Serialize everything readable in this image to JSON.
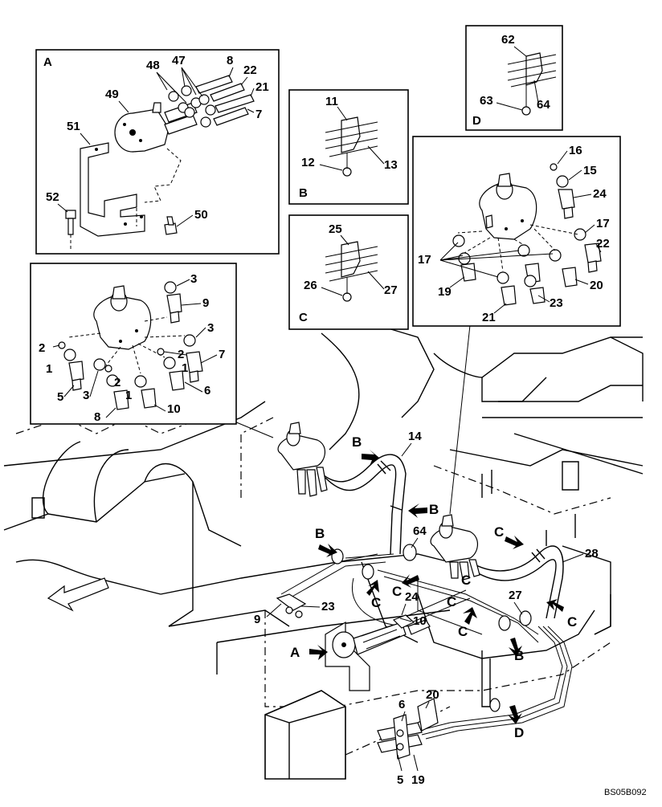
{
  "views": {
    "A": {
      "letter": "A",
      "labels": [
        "48",
        "47",
        "8",
        "22",
        "21",
        "7",
        "49",
        "51",
        "52",
        "50"
      ]
    },
    "B": {
      "letter": "B",
      "labels": [
        "11",
        "12",
        "13"
      ]
    },
    "C": {
      "letter": "C",
      "labels": [
        "25",
        "26",
        "27"
      ]
    },
    "D": {
      "letter": "D",
      "labels": [
        "62",
        "63",
        "64"
      ]
    },
    "right": {
      "labels": [
        "16",
        "15",
        "24",
        "17",
        "22",
        "17",
        "19",
        "20",
        "21",
        "23"
      ]
    },
    "left": {
      "labels": [
        "3",
        "9",
        "3",
        "2",
        "2",
        "1",
        "7",
        "1",
        "5",
        "3",
        "2",
        "1",
        "6",
        "8",
        "10"
      ]
    }
  },
  "main": {
    "labels": [
      "14",
      "64",
      "28",
      "9",
      "23",
      "24",
      "10",
      "27",
      "6",
      "20",
      "5",
      "19"
    ],
    "arrows": [
      "B",
      "B",
      "B",
      "C",
      "C",
      "C",
      "C",
      "C",
      "C",
      "C",
      "A",
      "B",
      "D"
    ]
  },
  "code": "BS05B092"
}
